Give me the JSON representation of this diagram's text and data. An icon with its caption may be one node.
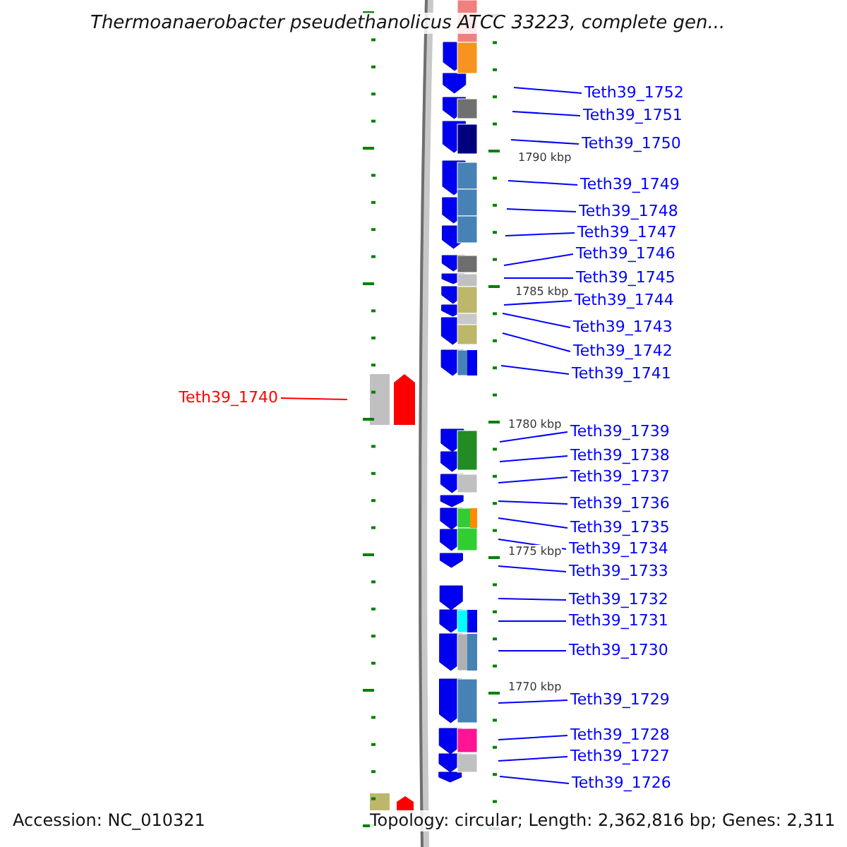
{
  "diagram": {
    "title": "Thermoanaerobacter pseudethanolicus ATCC 33223, complete gen...",
    "nodes": [
      {
        "text": [
          "Teth39_1752"
        ]
      },
      {
        "text": [
          "Teth39_1751"
        ]
      },
      {
        "text": [
          "Teth39_1750"
        ]
      },
      {
        "text": [
          "Teth39_1749"
        ]
      },
      {
        "text": [
          "Teth39_1748"
        ]
      },
      {
        "text": [
          "Teth39_1747"
        ]
      },
      {
        "text": [
          "Teth39_1746"
        ]
      },
      {
        "text": [
          "Teth39_1745"
        ]
      },
      {
        "text": [
          "Teth39_1744"
        ]
      },
      {
        "text": [
          "Teth39_1743"
        ]
      },
      {
        "text": [
          "Teth39_1742"
        ]
      },
      {
        "text": [
          "Teth39_1741"
        ]
      },
      {
        "text": [
          "Teth39_1740"
        ]
      },
      {
        "text": [
          "Teth39_1739"
        ]
      },
      {
        "text": [
          "Teth39_1738"
        ]
      },
      {
        "text": [
          "Teth39_1737"
        ]
      },
      {
        "text": [
          "Teth39_1736"
        ]
      },
      {
        "text": [
          "Teth39_1735"
        ]
      },
      {
        "text": [
          "Teth39_1734"
        ]
      },
      {
        "text": [
          "Teth39_1733"
        ]
      },
      {
        "text": [
          "Teth39_1732"
        ]
      },
      {
        "text": [
          "Teth39_1731"
        ]
      },
      {
        "text": [
          "Teth39_1730"
        ]
      },
      {
        "text": [
          "Teth39_1729"
        ]
      },
      {
        "text": [
          "Teth39_1728"
        ]
      },
      {
        "text": [
          "Teth39_1727"
        ]
      },
      {
        "text": [
          "Teth39_1726"
        ]
      }
    ],
    "edges": [
      {
        "from": 0,
        "to": null,
        "arrow": "none"
      },
      {
        "from": 1,
        "to": null,
        "arrow": "none"
      },
      {
        "from": 2,
        "to": null,
        "arrow": "none"
      },
      {
        "from": 3,
        "to": null,
        "arrow": "none"
      },
      {
        "from": 4,
        "to": null,
        "arrow": "none"
      },
      {
        "from": 5,
        "to": null,
        "arrow": "none"
      },
      {
        "from": 6,
        "to": null,
        "arrow": "none"
      },
      {
        "from": 7,
        "to": null,
        "arrow": "none"
      },
      {
        "from": 8,
        "to": null,
        "arrow": "none"
      },
      {
        "from": 9,
        "to": null,
        "arrow": "none"
      },
      {
        "from": 10,
        "to": null,
        "arrow": "none"
      },
      {
        "from": 11,
        "to": null,
        "arrow": "none"
      },
      {
        "from": 12,
        "to": null,
        "arrow": "none",
        "color": "#ff0000"
      },
      {
        "from": 13,
        "to": null,
        "arrow": "none"
      },
      {
        "from": 14,
        "to": null,
        "arrow": "none"
      },
      {
        "from": 15,
        "to": null,
        "arrow": "none"
      },
      {
        "from": 16,
        "to": null,
        "arrow": "none"
      },
      {
        "from": 17,
        "to": null,
        "arrow": "none"
      },
      {
        "from": 18,
        "to": null,
        "arrow": "none"
      },
      {
        "from": 19,
        "to": null,
        "arrow": "none"
      },
      {
        "from": 20,
        "to": null,
        "arrow": "none"
      },
      {
        "from": 21,
        "to": null,
        "arrow": "none"
      },
      {
        "from": 22,
        "to": null,
        "arrow": "none"
      },
      {
        "from": 23,
        "to": null,
        "arrow": "none"
      },
      {
        "from": 24,
        "to": null,
        "arrow": "none"
      },
      {
        "from": 25,
        "to": null,
        "arrow": "none"
      },
      {
        "from": 26,
        "to": null,
        "arrow": "none"
      }
    ],
    "labels": [
      "1790 kbp",
      "1785 kbp",
      "1780 kbp",
      "1775 kbp",
      "1770 kbp",
      "Accession: NC_010321",
      "Topology: circular; Length: 2,362,816 bp; Genes: 2,311"
    ]
  }
}
